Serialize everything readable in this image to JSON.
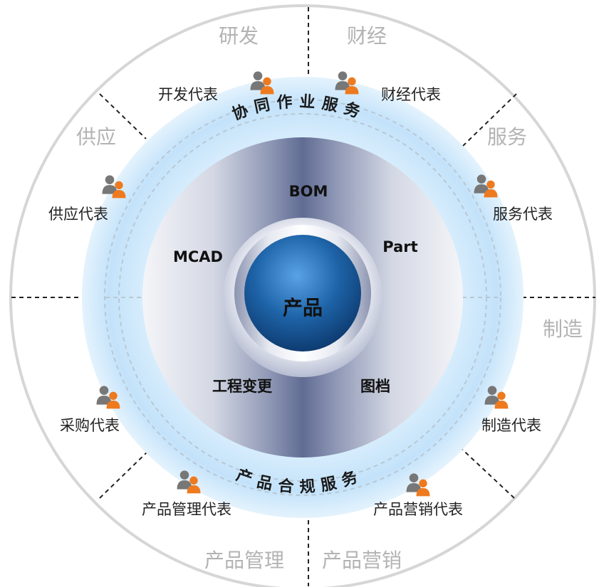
{
  "segments": {
    "rd": "研发",
    "finance": "财经",
    "service": "服务",
    "manufacturing": "制造",
    "product_marketing": "产品营销",
    "product_management": "产品管理",
    "supply": "供应"
  },
  "representatives": {
    "rd": "开发代表",
    "finance": "财经代表",
    "supply": "供应代表",
    "service": "服务代表",
    "procurement": "采购代表",
    "manufacturing": "制造代表",
    "product_management": "产品管理代表",
    "product_marketing": "产品营销代表"
  },
  "rings": {
    "top_arc": "协同作业服务",
    "bottom_arc": "产品合规服务"
  },
  "modules": {
    "bom": "BOM",
    "mcad": "MCAD",
    "part": "Part",
    "ecn": "工程变更",
    "drawings": "图档"
  },
  "core": {
    "label": "产品"
  },
  "colors": {
    "outer_ring": "#dcdcdc",
    "light_blue_band": "#cfe8fb",
    "core_blue": "#1e64a8",
    "person_gray": "#777777",
    "person_orange": "#ee7a1f"
  }
}
